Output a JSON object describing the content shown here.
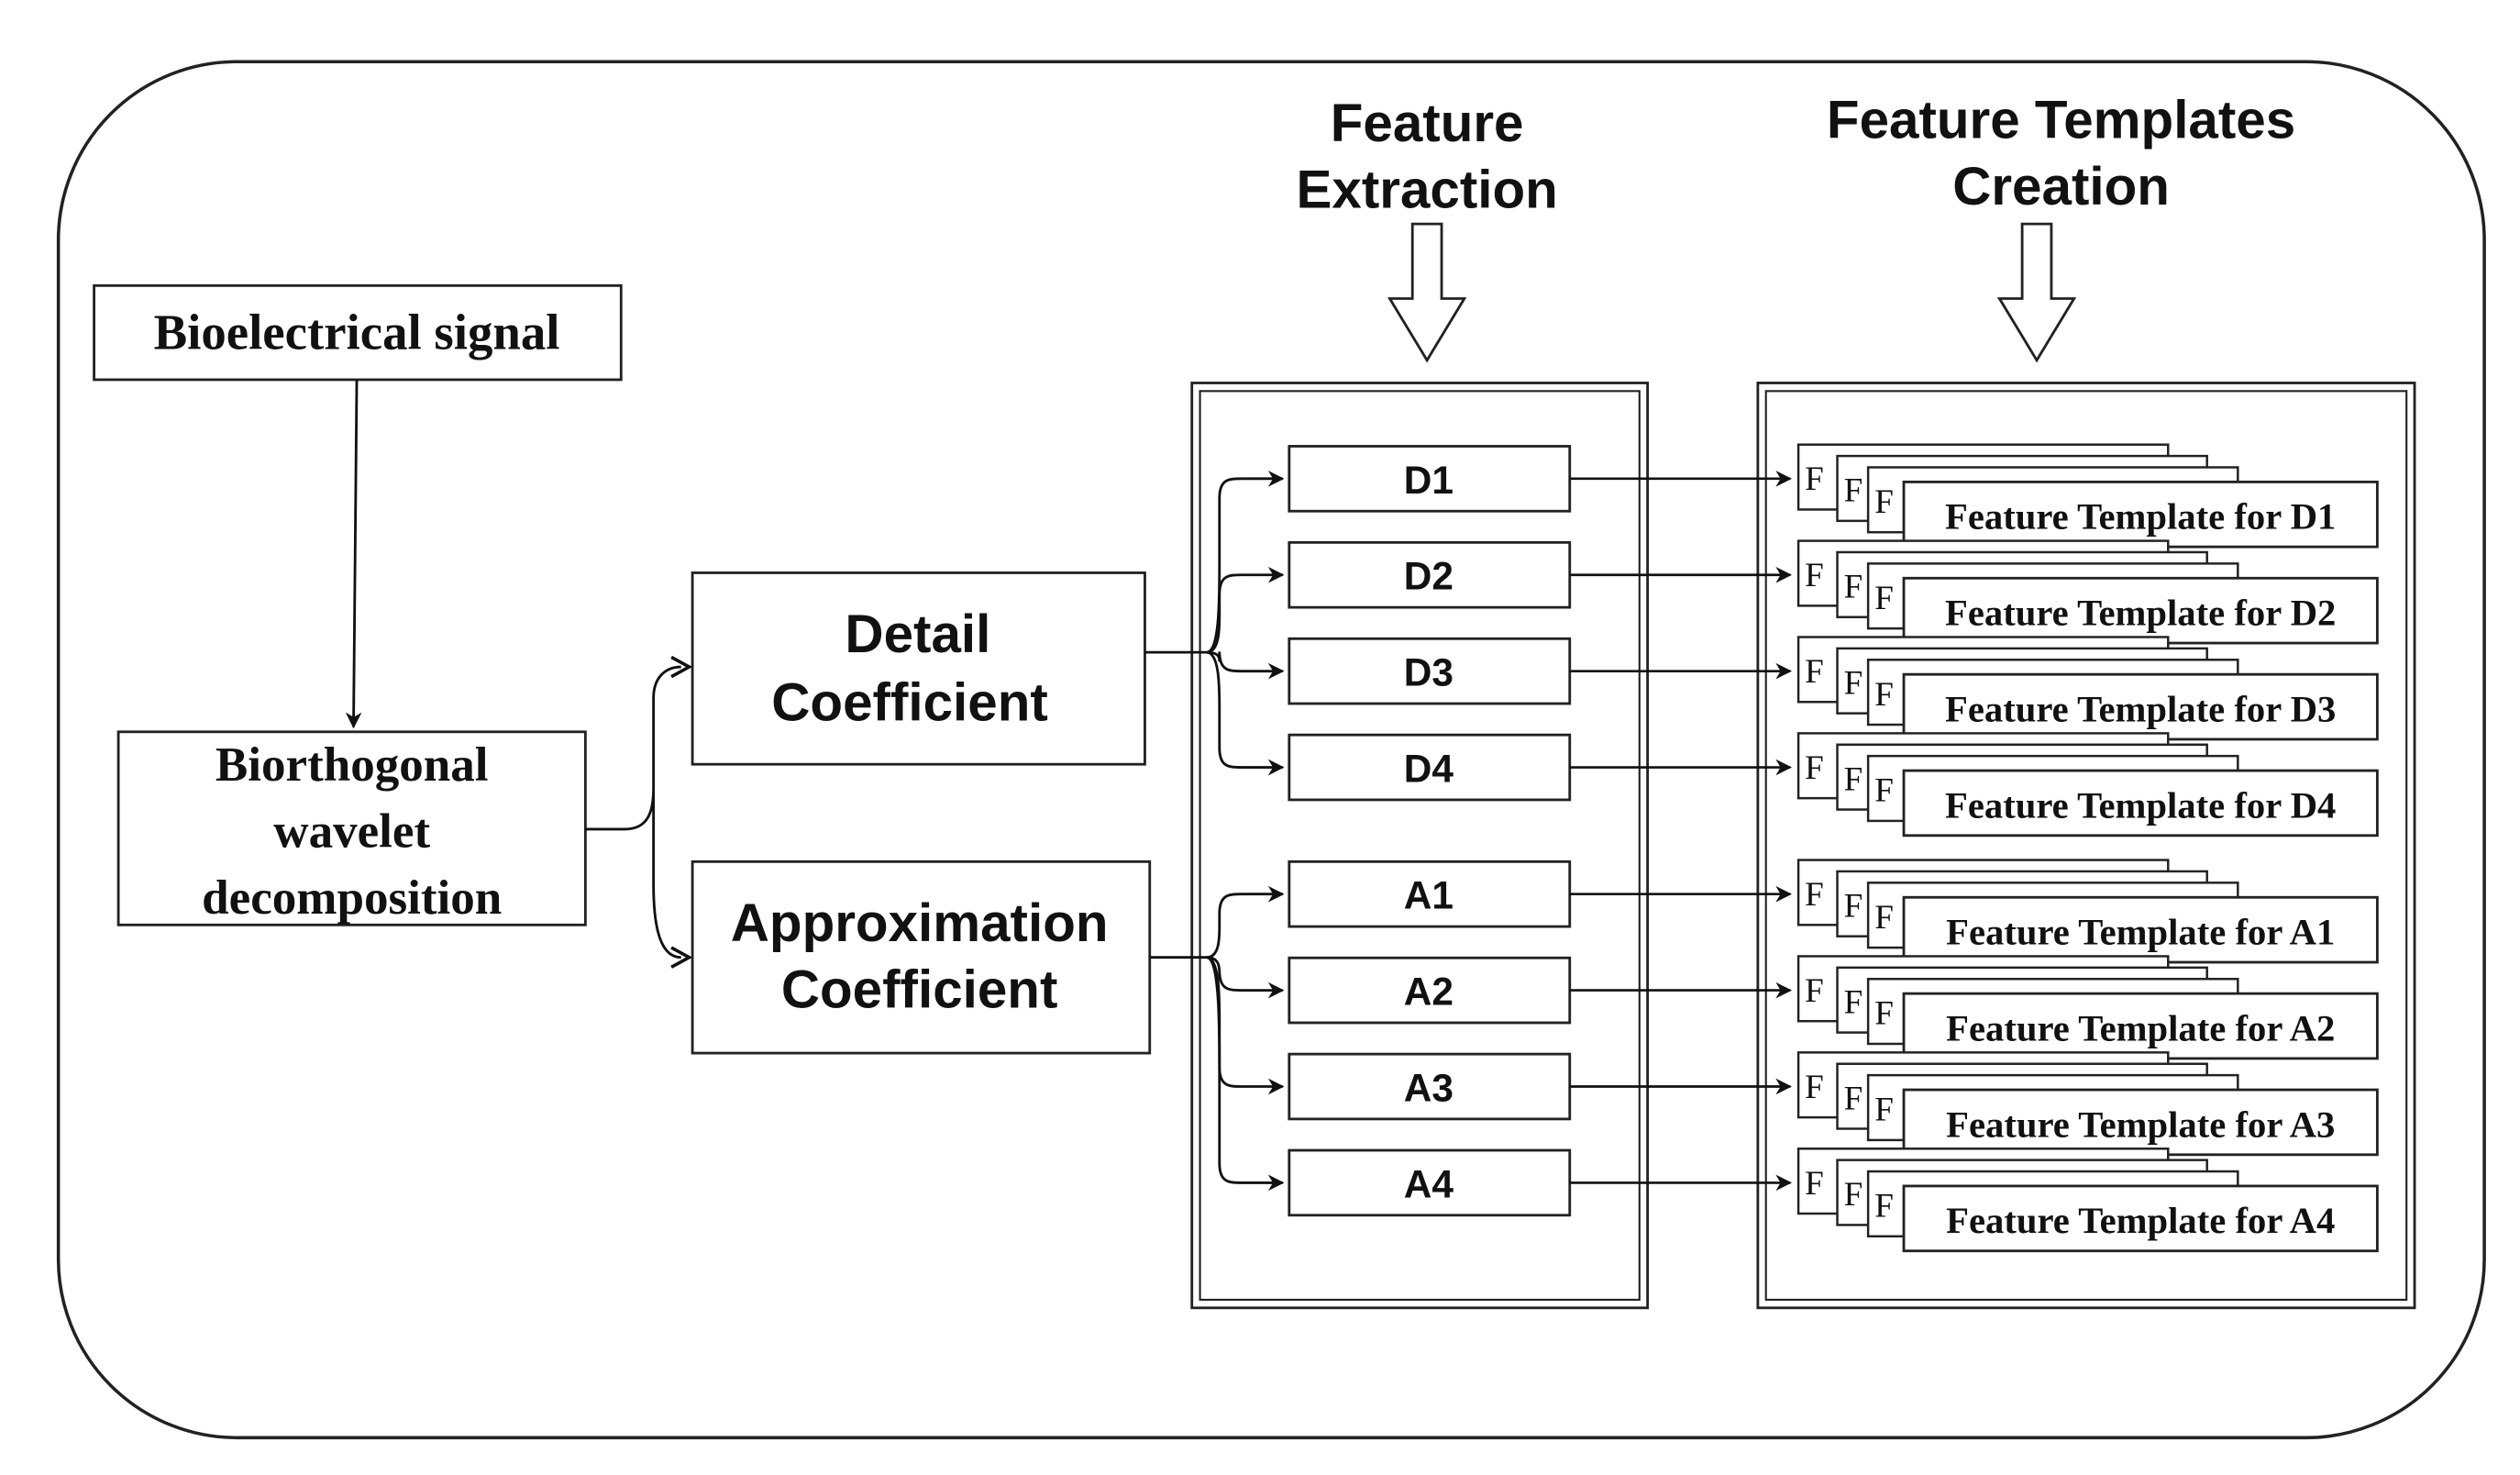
{
  "input_signal": "Bioelectrical signal",
  "decomposition": [
    "Biorthogonal",
    "wavelet",
    "decomposition"
  ],
  "detail_coefficient": [
    "Detail",
    "Coefficient"
  ],
  "approximation_coefficient": [
    "Approximation",
    "Coefficient"
  ],
  "feature_extraction_header": [
    "Feature",
    "Extraction"
  ],
  "feature_templates_header": [
    "Feature Templates",
    "Creation"
  ],
  "detail_levels": [
    "D1",
    "D2",
    "D3",
    "D4"
  ],
  "approximation_levels": [
    "A1",
    "A2",
    "A3",
    "A4"
  ],
  "stack_prefix": "F",
  "templates": [
    "Feature Template for D1",
    "Feature Template for D2",
    "Feature Template for D3",
    "Feature Template for D4",
    "Feature Template for A1",
    "Feature Template for A2",
    "Feature Template for A3",
    "Feature Template for A4"
  ]
}
